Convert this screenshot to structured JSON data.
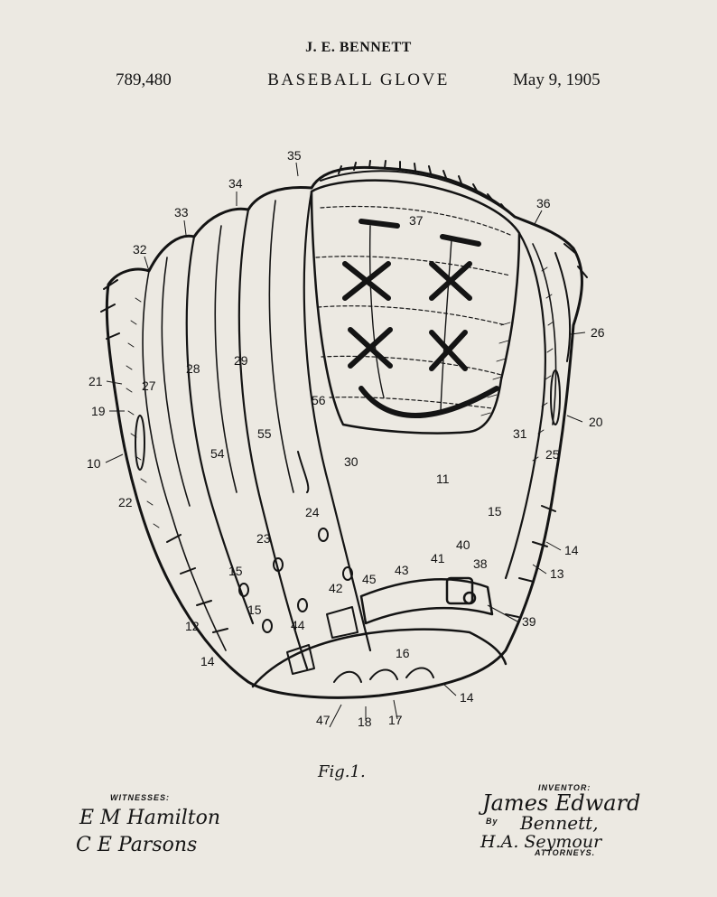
{
  "header": {
    "inventor": "J. E. BENNETT",
    "patent_number": "789,480",
    "title": "BASEBALL GLOVE",
    "date": "May 9, 1905"
  },
  "figure": {
    "caption": "Fig.1.",
    "reference_numerals": [
      "35",
      "34",
      "33",
      "32",
      "36",
      "37",
      "26",
      "21",
      "28",
      "29",
      "27",
      "19",
      "56",
      "20",
      "31",
      "10",
      "54",
      "55",
      "25",
      "30",
      "22",
      "11",
      "24",
      "15",
      "23",
      "14",
      "40",
      "41",
      "43",
      "38",
      "15",
      "45",
      "13",
      "42",
      "12",
      "15",
      "44",
      "39",
      "14",
      "16",
      "14",
      "47",
      "18",
      "17"
    ]
  },
  "footer": {
    "witnesses_label": "WITNESSES:",
    "witness_1": "E M Hamilton",
    "witness_2": "C E Parsons",
    "inventor_label": "INVENTOR:",
    "inventor_signature_1": "James Edward",
    "by_label": "By",
    "inventor_signature_2": "Bennett,",
    "attorney_signature": "H.A. Seymour",
    "attorneys_label": "ATTORNEYS."
  }
}
